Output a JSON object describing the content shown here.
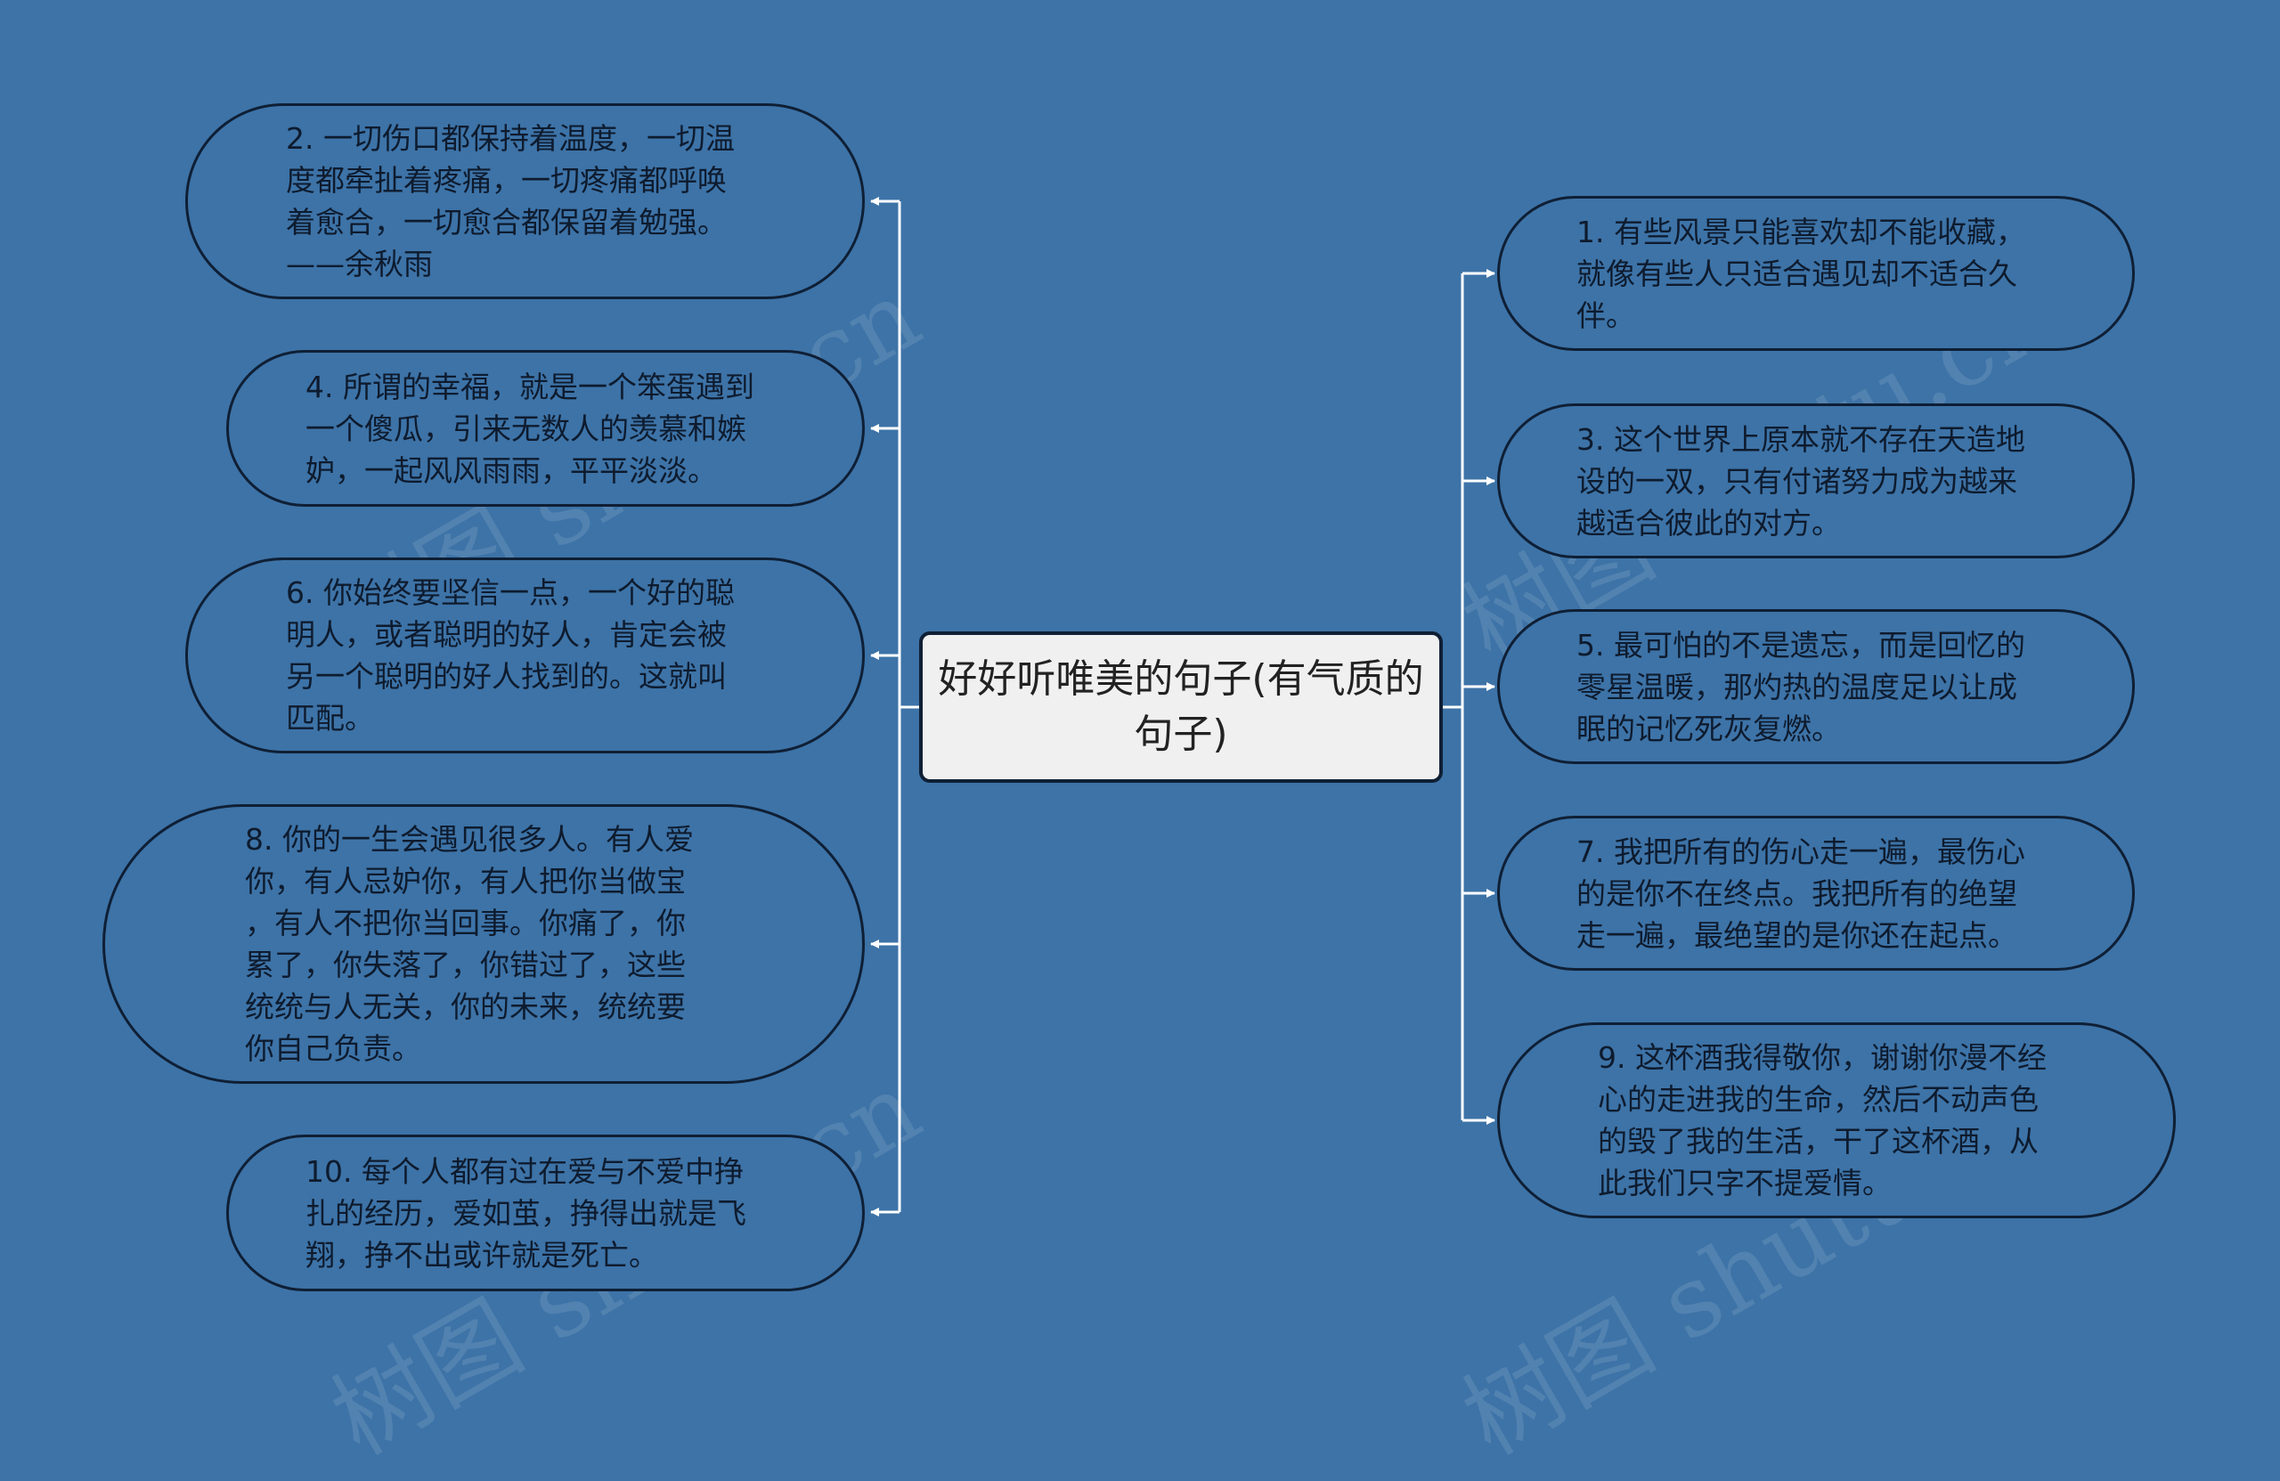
{
  "center": {
    "title": "好好听唯美的句子(有气质的句子)"
  },
  "left_nodes": [
    {
      "text": "2. 一切伤口都保持着温度，一切温\n度都牵扯着疼痛，一切疼痛都呼唤\n着愈合，一切愈合都保留着勉强。\n——余秋雨"
    },
    {
      "text": "4. 所谓的幸福，就是一个笨蛋遇到\n一个傻瓜，引来无数人的羡慕和嫉\n妒，一起风风雨雨，平平淡淡。"
    },
    {
      "text": "6. 你始终要坚信一点，一个好的聪\n明人，或者聪明的好人，肯定会被\n另一个聪明的好人找到的。这就叫\n匹配。"
    },
    {
      "text": "8. 你的一生会遇见很多人。有人爱\n你，有人忌妒你，有人把你当做宝\n，有人不把你当回事。你痛了，你\n累了，你失落了，你错过了，这些\n统统与人无关，你的未来，统统要\n你自己负责。"
    },
    {
      "text": "10. 每个人都有过在爱与不爱中挣\n扎的经历，爱如茧，挣得出就是飞\n翔，挣不出或许就是死亡。"
    }
  ],
  "right_nodes": [
    {
      "text": "1. 有些风景只能喜欢却不能收藏，\n就像有些人只适合遇见却不适合久\n伴。"
    },
    {
      "text": "3. 这个世界上原本就不存在天造地\n设的一双，只有付诸努力成为越来\n越适合彼此的对方。"
    },
    {
      "text": "5. 最可怕的不是遗忘，而是回忆的\n零星温暖，那灼热的温度足以让成\n眠的记忆死灰复燃。"
    },
    {
      "text": "7. 我把所有的伤心走一遍，最伤心\n的是你不在终点。我把所有的绝望\n走一遍，最绝望的是你还在起点。"
    },
    {
      "text": "9. 这杯酒我得敬你，谢谢你漫不经\n心的走进我的生命，然后不动声色\n的毁了我的生活，干了这杯酒，从\n此我们只字不提爱情。"
    }
  ],
  "watermark": "树图 shutu.cn",
  "colors": {
    "background": "#3d73a7",
    "border": "#0f1f35",
    "center_fill": "#f0f0f0",
    "connector": "#ffffff"
  }
}
